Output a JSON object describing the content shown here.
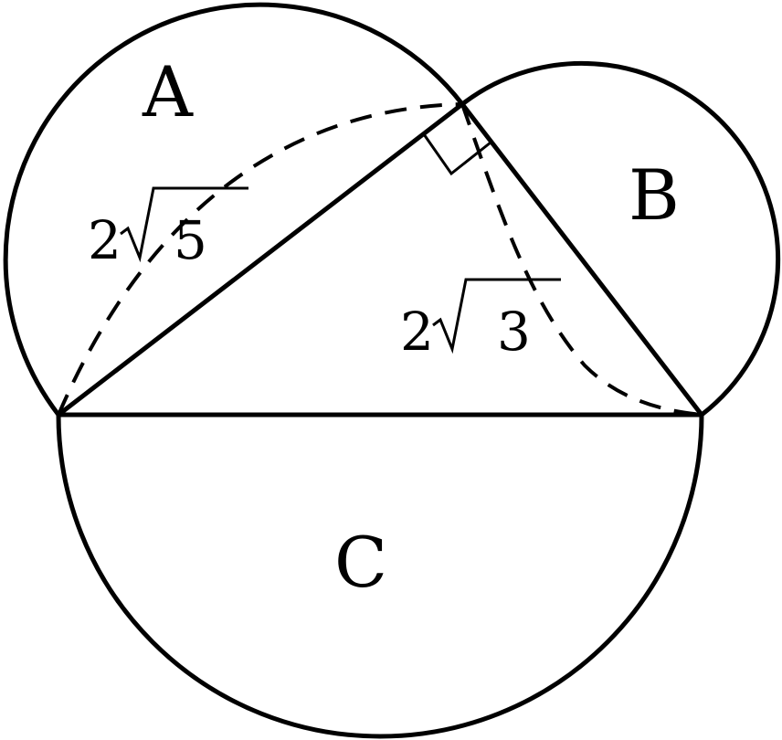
{
  "regions": {
    "a": "A",
    "b": "B",
    "c": "C"
  },
  "lengths": {
    "left_coef": "2",
    "left_radicand": "5",
    "right_coef": "2",
    "right_radicand": "3"
  }
}
